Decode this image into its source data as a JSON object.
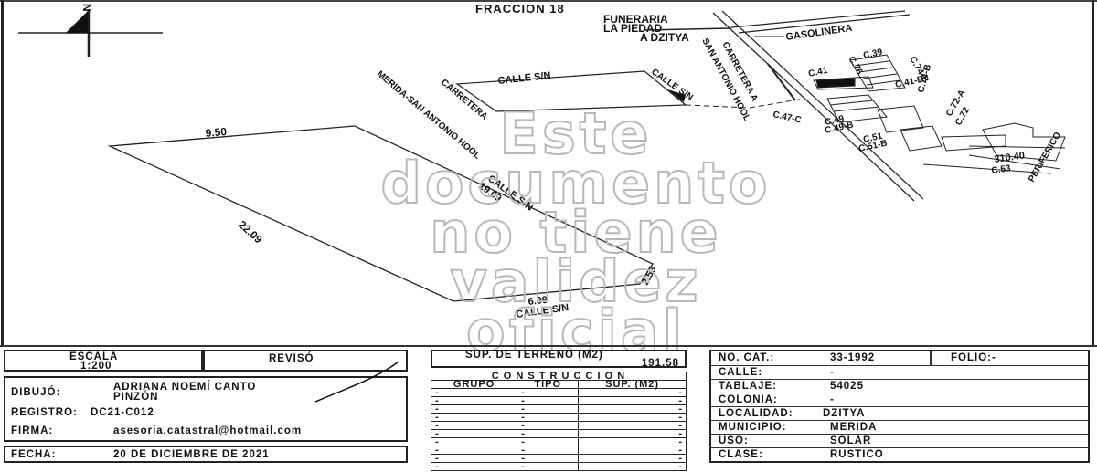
{
  "map": {
    "north_label": "N",
    "title": "FRACCION 18",
    "landmarks": {
      "funeraria_line1": "FUNERARIA",
      "funeraria_line2": "LA PIEDAD",
      "a_dzitya": "A DZITYA",
      "gasolinera": "GASOLINERA",
      "carretera_a": "CARRETERA A",
      "san_antonio_hool": "SAN ANTONIO HOOL",
      "carretera": "CARRETERA",
      "merida_san_antonio_hool": "MERIDA-SAN ANTONIO HOOL",
      "calle_sn_top": "CALLE S/N",
      "calle_sn_right": "CALLE S/N",
      "periferico": "PERIFERICO",
      "dist_310": "310.40"
    },
    "streets": [
      "C.39",
      "C.76",
      "C.41",
      "C.74-B",
      "C.41-B",
      "C.47-C",
      "C.49",
      "C.49-B",
      "C.74-B",
      "C.72-A",
      "C.72",
      "C.51",
      "C.51-B",
      "C.53"
    ],
    "parcel": {
      "side_top": "9.50",
      "side_right": "19.69",
      "side_right_street": "CALLE S/N",
      "side_left": "22.09",
      "side_corner": "2.53",
      "side_bottom": "6.99",
      "side_bottom_street": "CALLE S/N"
    }
  },
  "watermark": {
    "line1": "Este",
    "line2": "documento",
    "line3": "no tiene",
    "line4": "validez",
    "line5": "oficial"
  },
  "title_block": {
    "escala_label": "ESCALA",
    "escala_value": "1:200",
    "reviso_label": "REVISÓ",
    "dibujo_label": "DIBUJÓ:",
    "dibujo_value_1": "ADRIANA NOEMÍ CANTO",
    "dibujo_value_2": "PINZÓN",
    "registro_label": "REGISTRO:",
    "registro_value": "DC21-C012",
    "firma_label": "FIRMA:",
    "firma_value": "asesoria.catastral@hotmail.com",
    "fecha_label": "FECHA:",
    "fecha_value": "20 DE DICIEMBRE DE 2021"
  },
  "superficie": {
    "label": "SUP. DE TERRENO (M2)",
    "value": "191.58"
  },
  "construccion": {
    "title": "C O N S T R U C C I O N",
    "columns": [
      "GRUPO",
      "TIPO",
      "SUP. (M2)"
    ],
    "rows": [
      [
        "-",
        "-",
        "-"
      ],
      [
        "-",
        "-",
        "-"
      ],
      [
        "-",
        "-",
        "-"
      ],
      [
        "-",
        "-",
        "-"
      ],
      [
        "-",
        "-",
        "-"
      ],
      [
        "-",
        "-",
        "-"
      ],
      [
        "-",
        "-",
        "-"
      ],
      [
        "-",
        "-",
        "-"
      ],
      [
        "-",
        "-",
        "-"
      ],
      [
        "-",
        "-",
        "-"
      ]
    ]
  },
  "catastro": {
    "no_cat_label": "NO. CAT.:",
    "no_cat_value": "33-1992",
    "folio_label": "FOLIO:-",
    "calle_label": "CALLE:",
    "calle_value": "-",
    "tablaje_label": "TABLAJE:",
    "tablaje_value": "54025",
    "colonia_label": "COLONIA:",
    "colonia_value": "-",
    "localidad_label": "LOCALIDAD:",
    "localidad_value": "DZITYA",
    "municipio_label": "MUNICIPIO:",
    "municipio_value": "MERIDA",
    "uso_label": "USO:",
    "uso_value": "SOLAR",
    "clase_label": "CLASE:",
    "clase_value": "RUSTICO"
  }
}
